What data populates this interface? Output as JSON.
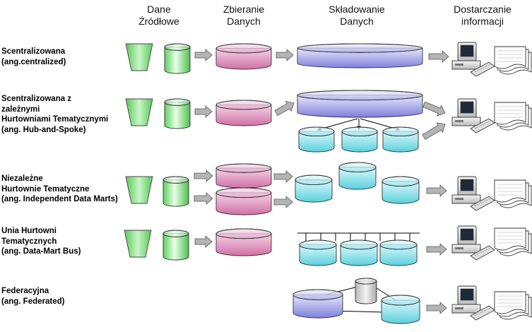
{
  "columns": [
    {
      "id": "sources",
      "lines": [
        "Dane",
        "Źródłowe"
      ]
    },
    {
      "id": "collecting",
      "lines": [
        "Zbieranie",
        "Danych"
      ]
    },
    {
      "id": "storage",
      "lines": [
        "Składowanie",
        "Danych"
      ]
    },
    {
      "id": "delivery",
      "lines": [
        "Dostarczanie",
        "informacji"
      ]
    }
  ],
  "rows": [
    {
      "id": "centralized",
      "lines": [
        "Scentralizowana",
        "(ang.centralized)"
      ]
    },
    {
      "id": "hub-and-spoke",
      "lines": [
        "Scentralizowana z",
        "zależnymi",
        "Hurtowniami Tematycznymi",
        "(ang. Hub-and-Spoke)"
      ]
    },
    {
      "id": "independent-data-marts",
      "lines": [
        "Niezależne",
        "Hurtownie Tematyczne",
        "(ang. Independent Data Marts)"
      ]
    },
    {
      "id": "data-mart-bus",
      "lines": [
        "Unia Hurtowni",
        "Tematycznych",
        "(ang. Data-Mart Bus)"
      ]
    },
    {
      "id": "federated",
      "lines": [
        "Federacyjna",
        "(ang. Federated)"
      ]
    }
  ],
  "colors": {
    "source-green": "#7fe07f",
    "staging-pink": "#e08ab8",
    "warehouse-blue": "#9f9fe8",
    "datamart-cyan": "#7ee0ea",
    "federated-gray": "#d0d0d0",
    "arrow-gray": "#b4b4b4"
  }
}
